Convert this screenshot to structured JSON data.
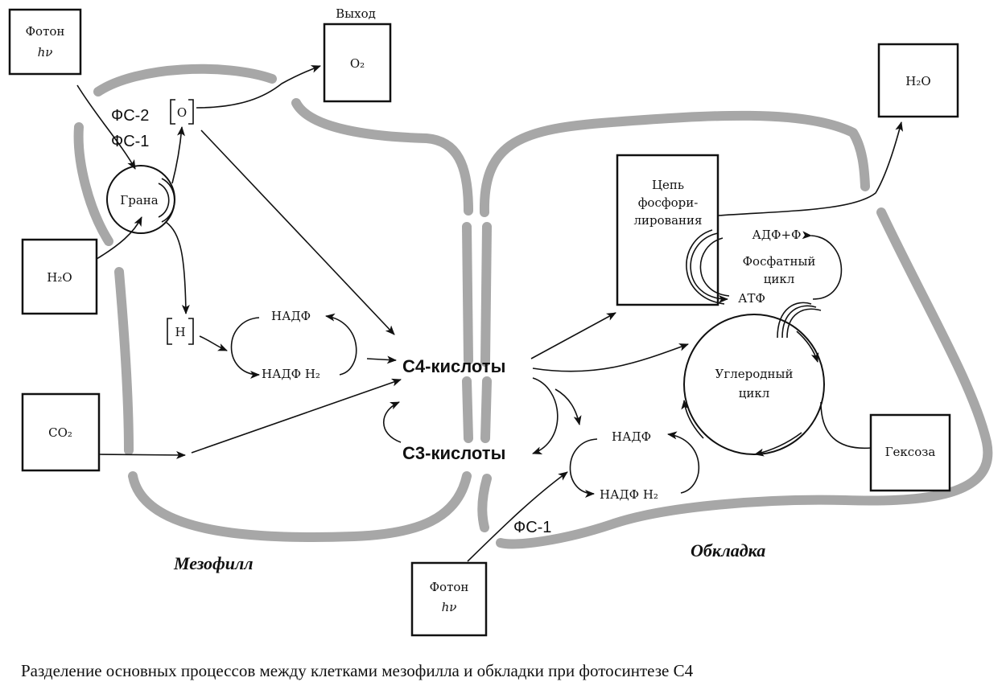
{
  "nodes": {
    "photon_top": {
      "title": "Фотон",
      "sub": "hν"
    },
    "output_label": "Выход",
    "o2": "O₂",
    "h2o_out": "H₂O",
    "h2o_in": "H₂O",
    "co2": "CO₂",
    "photon_bottom": {
      "title": "Фотон",
      "sub": "hν"
    },
    "phosphorylation_chain": [
      "Цепь",
      "фосфори-",
      "лирования"
    ],
    "hexose": "Гексоза",
    "grana": "Грана",
    "carbon_cycle": [
      "Углеродный",
      "цикл"
    ],
    "phosphate_cycle": [
      "Фосфатный",
      "цикл"
    ]
  },
  "labels": {
    "fs2": "ФС-2",
    "fs1": "ФС-1",
    "bracket_o": "O",
    "bracket_h": "H",
    "nadp_left": "НАДФ",
    "nadph2_left": "НАДФ H₂",
    "nadp_right": "НАДФ",
    "nadph2_right": "НАДФ H₂",
    "c4_acids": "С4-кислоты",
    "c3_acids": "С3-кислоты",
    "adp": "АДФ+Ф",
    "atp": "АТФ",
    "fs1_bottom": "ФС-1",
    "mesophyll": "Мезофилл",
    "bundle_sheath": "Обкладка"
  },
  "caption": "Разделение основных процессов между клетками мезофилла и обкладки при  фотосинтезе С4"
}
